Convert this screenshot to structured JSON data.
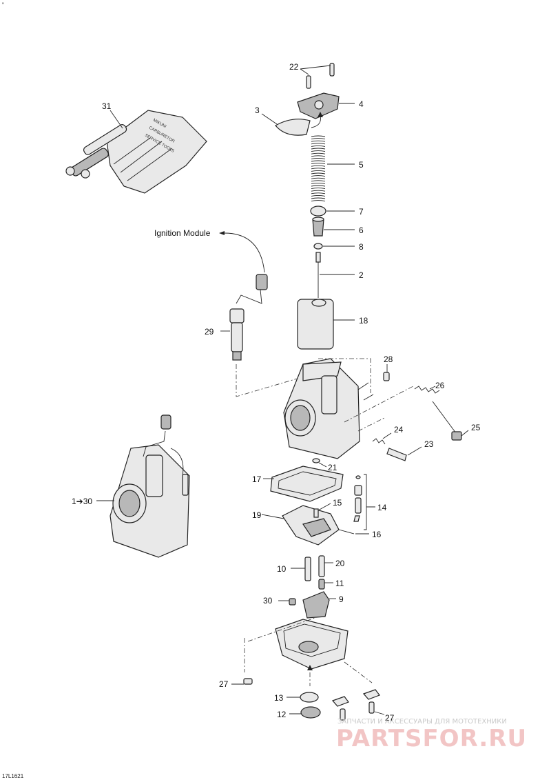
{
  "diagram": {
    "corner_mark": "'",
    "drawing_code": "17L1621",
    "callouts": {
      "c1_30": "1➔30",
      "c2": "2",
      "c3": "3",
      "c4": "4",
      "c5": "5",
      "c6": "6",
      "c7": "7",
      "c8": "8",
      "c9": "9",
      "c10": "10",
      "c11": "11",
      "c12": "12",
      "c13": "13",
      "c14": "14",
      "c15": "15",
      "c16": "16",
      "c17": "17",
      "c18": "18",
      "c19": "19",
      "c20": "20",
      "c21": "21",
      "c22": "22",
      "c23": "23",
      "c24": "24",
      "c25": "25",
      "c26": "26",
      "c27a": "27",
      "c27b": "27",
      "c28": "28",
      "c29": "29",
      "c30": "30",
      "c31": "31"
    },
    "ignition_label": "Ignition Module",
    "tool_kit_text": {
      "line1": "MIKUNI",
      "line2": "CARBURETOR",
      "line3": "SERVICE TOOLS"
    }
  },
  "watermark": {
    "caption": "ЗАПЧАСТИ И АКСЕССУАРЫ ДЛЯ МОТОТЕХНИКИ",
    "brand": "PARTSFOR.RU"
  }
}
